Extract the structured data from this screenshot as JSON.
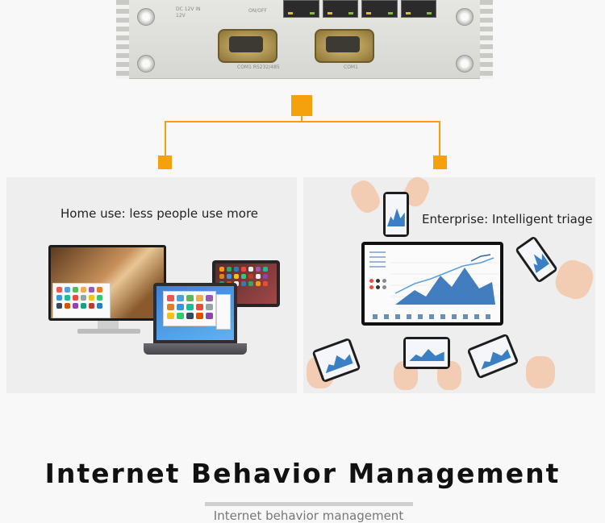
{
  "device": {
    "port_labels": [
      "DC 12V IN",
      "12V",
      "ON/OFF",
      "COM1 RS232/485",
      "COM1"
    ]
  },
  "panels": {
    "home": {
      "caption": "Home use: less people use more"
    },
    "enterprise": {
      "caption": "Enterprise: Intelligent triage"
    }
  },
  "heading": {
    "title": "Internet Behavior Management",
    "subtitle": "Internet behavior management"
  },
  "colors": {
    "accent": "#f5a10e",
    "panel_bg": "#eeeeee",
    "page_bg": "#f8f8f8"
  }
}
